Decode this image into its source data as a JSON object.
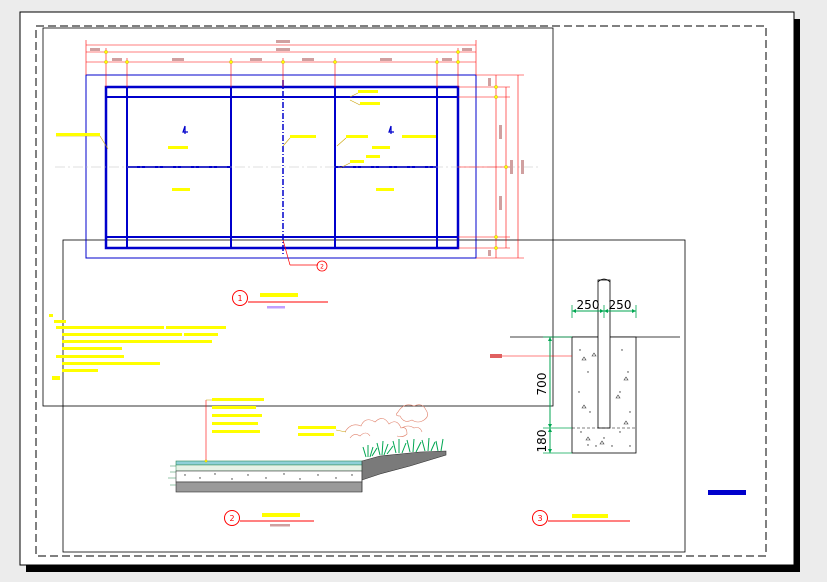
{
  "drawing": {
    "title_block_text": "",
    "section_dims": {
      "left_width": "250",
      "right_width": "250",
      "depth_upper": "700",
      "depth_lower": "180"
    },
    "callouts": [
      {
        "number": "1"
      },
      {
        "number": "2"
      },
      {
        "number": "3"
      },
      {
        "number": "2"
      }
    ],
    "colors": {
      "court_lines": "#0000cc",
      "leaders": "#ff0000",
      "annotation": "#ffff00",
      "section_hatch": "#2e8b57",
      "grass": "#00a651"
    }
  }
}
